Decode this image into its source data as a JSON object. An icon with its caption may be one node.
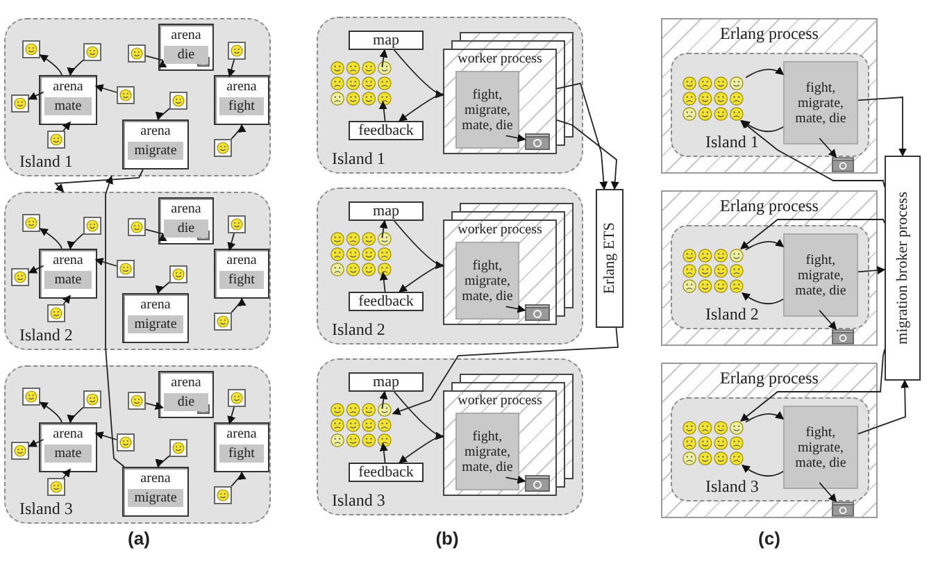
{
  "diagram": {
    "nodes": [
      {
        "text": [
          "Island 1"
        ]
      },
      {
        "text": [
          "arena",
          "mate"
        ],
        "in": 0
      },
      {
        "text": [
          "arena",
          "die"
        ],
        "in": 0
      },
      {
        "text": [
          "arena",
          "fight"
        ],
        "in": 0
      },
      {
        "text": [
          "arena",
          "migrate"
        ],
        "in": 0
      },
      {
        "text": [],
        "shape": "smiley",
        "in": 0
      },
      {
        "text": [],
        "shape": "smiley",
        "in": 0
      },
      {
        "text": [],
        "shape": "smiley",
        "in": 0
      },
      {
        "text": [],
        "shape": "smiley",
        "in": 0
      },
      {
        "text": [],
        "shape": "smiley",
        "in": 0
      },
      {
        "text": [],
        "shape": "smiley",
        "in": 0
      },
      {
        "text": [],
        "shape": "smiley",
        "in": 0
      },
      {
        "text": [],
        "shape": "smiley",
        "in": 0
      },
      {
        "text": [],
        "shape": "smiley",
        "in": 0
      },
      {
        "text": [
          "Island 2"
        ]
      },
      {
        "text": [
          "arena",
          "mate"
        ],
        "in": 14
      },
      {
        "text": [
          "arena",
          "die"
        ],
        "in": 14
      },
      {
        "text": [
          "arena",
          "fight"
        ],
        "in": 14
      },
      {
        "text": [
          "arena",
          "migrate"
        ],
        "in": 14
      },
      {
        "text": [],
        "shape": "smiley",
        "in": 14
      },
      {
        "text": [],
        "shape": "smiley",
        "in": 14
      },
      {
        "text": [],
        "shape": "smiley",
        "in": 14
      },
      {
        "text": [],
        "shape": "smiley",
        "in": 14
      },
      {
        "text": [],
        "shape": "smiley",
        "in": 14
      },
      {
        "text": [],
        "shape": "smiley",
        "in": 14
      },
      {
        "text": [],
        "shape": "smiley",
        "in": 14
      },
      {
        "text": [],
        "shape": "smiley",
        "in": 14
      },
      {
        "text": [],
        "shape": "smiley",
        "in": 14
      },
      {
        "text": [
          "Island 3"
        ]
      },
      {
        "text": [
          "arena",
          "mate"
        ],
        "in": 28
      },
      {
        "text": [
          "arena",
          "die"
        ],
        "in": 28
      },
      {
        "text": [
          "arena",
          "fight"
        ],
        "in": 28
      },
      {
        "text": [
          "arena",
          "migrate"
        ],
        "in": 28
      },
      {
        "text": [],
        "shape": "smiley",
        "in": 28
      },
      {
        "text": [],
        "shape": "smiley",
        "in": 28
      },
      {
        "text": [],
        "shape": "smiley",
        "in": 28
      },
      {
        "text": [],
        "shape": "smiley",
        "in": 28
      },
      {
        "text": [],
        "shape": "smiley",
        "in": 28
      },
      {
        "text": [],
        "shape": "smiley",
        "in": 28
      },
      {
        "text": [],
        "shape": "smiley",
        "in": 28
      },
      {
        "text": [],
        "shape": "smiley",
        "in": 28
      },
      {
        "text": [],
        "shape": "smiley",
        "in": 28
      },
      {
        "text": [
          "Island 1"
        ]
      },
      {
        "text": [
          "map"
        ],
        "in": 42
      },
      {
        "text": [],
        "shape": "picture",
        "in": 42
      },
      {
        "text": [
          "feedback"
        ],
        "in": 42
      },
      {
        "text": [
          "worker process"
        ],
        "in": 42
      },
      {
        "text": [
          "fight, migrate, mate, die"
        ],
        "in": 46
      },
      {
        "text": [],
        "shape": "bin",
        "in": 46
      },
      {
        "text": [
          "Island 2"
        ]
      },
      {
        "text": [
          "map"
        ],
        "in": 49
      },
      {
        "text": [],
        "shape": "picture",
        "in": 49
      },
      {
        "text": [
          "feedback"
        ],
        "in": 49
      },
      {
        "text": [
          "worker process"
        ],
        "in": 49
      },
      {
        "text": [
          "fight, migrate, mate, die"
        ],
        "in": 53
      },
      {
        "text": [],
        "shape": "bin",
        "in": 53
      },
      {
        "text": [
          "Island 3"
        ]
      },
      {
        "text": [
          "map"
        ],
        "in": 56
      },
      {
        "text": [],
        "shape": "picture",
        "in": 56
      },
      {
        "text": [
          "feedback"
        ],
        "in": 56
      },
      {
        "text": [
          "worker process"
        ],
        "in": 56
      },
      {
        "text": [
          "fight, migrate, mate, die"
        ],
        "in": 60
      },
      {
        "text": [],
        "shape": "bin",
        "in": 60
      },
      {
        "text": [
          "Erlang ETS"
        ]
      },
      {
        "text": [
          "Erlang process"
        ]
      },
      {
        "text": [
          "Island 1"
        ],
        "in": 64
      },
      {
        "text": [],
        "shape": "picture",
        "in": 65
      },
      {
        "text": [
          "fight, migrate, mate, die"
        ],
        "in": 65
      },
      {
        "text": [],
        "shape": "bin",
        "in": 64
      },
      {
        "text": [
          "Erlang process"
        ]
      },
      {
        "text": [
          "Island 2"
        ],
        "in": 69
      },
      {
        "text": [],
        "shape": "picture",
        "in": 70
      },
      {
        "text": [
          "fight, migrate, mate, die"
        ],
        "in": 70
      },
      {
        "text": [],
        "shape": "bin",
        "in": 69
      },
      {
        "text": [
          "Erlang process"
        ]
      },
      {
        "text": [
          "Island 3"
        ],
        "in": 74
      },
      {
        "text": [],
        "shape": "picture",
        "in": 75
      },
      {
        "text": [
          "fight, migrate, mate, die"
        ],
        "in": 75
      },
      {
        "text": [],
        "shape": "bin",
        "in": 74
      },
      {
        "text": [
          "migration broker process"
        ]
      }
    ],
    "edges": [
      {
        "from": 1,
        "to": 5,
        "arrow": "to"
      },
      {
        "from": 1,
        "to": 13,
        "arrow": "to"
      },
      {
        "from": 6,
        "to": 1,
        "arrow": "to"
      },
      {
        "from": 8,
        "to": 1,
        "arrow": "to"
      },
      {
        "from": 11,
        "to": 1,
        "arrow": "to"
      },
      {
        "from": 7,
        "to": 2,
        "arrow": "to"
      },
      {
        "from": 9,
        "to": 4,
        "arrow": "to"
      },
      {
        "from": 10,
        "to": 3,
        "arrow": "to"
      },
      {
        "from": 12,
        "to": 3,
        "arrow": "to"
      },
      {
        "from": 15,
        "to": 19,
        "arrow": "to"
      },
      {
        "from": 15,
        "to": 27,
        "arrow": "to"
      },
      {
        "from": 20,
        "to": 15,
        "arrow": "to"
      },
      {
        "from": 22,
        "to": 15,
        "arrow": "to"
      },
      {
        "from": 25,
        "to": 15,
        "arrow": "to"
      },
      {
        "from": 21,
        "to": 16,
        "arrow": "to"
      },
      {
        "from": 23,
        "to": 18,
        "arrow": "to"
      },
      {
        "from": 24,
        "to": 17,
        "arrow": "to"
      },
      {
        "from": 26,
        "to": 17,
        "arrow": "to"
      },
      {
        "from": 29,
        "to": 33,
        "arrow": "to"
      },
      {
        "from": 29,
        "to": 41,
        "arrow": "to"
      },
      {
        "from": 34,
        "to": 29,
        "arrow": "to"
      },
      {
        "from": 36,
        "to": 29,
        "arrow": "to"
      },
      {
        "from": 39,
        "to": 29,
        "arrow": "to"
      },
      {
        "from": 35,
        "to": 30,
        "arrow": "to"
      },
      {
        "from": 37,
        "to": 32,
        "arrow": "to"
      },
      {
        "from": 38,
        "to": 31,
        "arrow": "to"
      },
      {
        "from": 40,
        "to": 31,
        "arrow": "to"
      },
      {
        "from": 4,
        "to": 14,
        "arrow": "to"
      },
      {
        "from": 32,
        "to": 0,
        "arrow": "to"
      },
      {
        "from": 44,
        "to": 43,
        "arrow": "to"
      },
      {
        "from": 45,
        "to": 44,
        "arrow": "to"
      },
      {
        "from": 43,
        "to": 46,
        "arrow": "to"
      },
      {
        "from": 46,
        "to": 45,
        "arrow": "to"
      },
      {
        "from": 47,
        "to": 48,
        "arrow": "to"
      },
      {
        "from": 51,
        "to": 50,
        "arrow": "to"
      },
      {
        "from": 52,
        "to": 51,
        "arrow": "to"
      },
      {
        "from": 50,
        "to": 53,
        "arrow": "to"
      },
      {
        "from": 53,
        "to": 52,
        "arrow": "to"
      },
      {
        "from": 54,
        "to": 55,
        "arrow": "to"
      },
      {
        "from": 58,
        "to": 57,
        "arrow": "to"
      },
      {
        "from": 59,
        "to": 58,
        "arrow": "to"
      },
      {
        "from": 57,
        "to": 60,
        "arrow": "to"
      },
      {
        "from": 60,
        "to": 59,
        "arrow": "to"
      },
      {
        "from": 61,
        "to": 62,
        "arrow": "to"
      },
      {
        "from": 46,
        "to": 63,
        "arrow": "to"
      },
      {
        "from": 46,
        "to": 63,
        "arrow": "to"
      },
      {
        "from": 63,
        "to": 58,
        "arrow": "to"
      },
      {
        "from": 66,
        "to": 67,
        "arrow": "to"
      },
      {
        "from": 67,
        "to": 66,
        "arrow": "to"
      },
      {
        "from": 67,
        "to": 68,
        "arrow": "to"
      },
      {
        "from": 67,
        "to": 79,
        "arrow": "to"
      },
      {
        "from": 79,
        "to": 66,
        "arrow": "to"
      },
      {
        "from": 71,
        "to": 72,
        "arrow": "to"
      },
      {
        "from": 72,
        "to": 71,
        "arrow": "to"
      },
      {
        "from": 72,
        "to": 73,
        "arrow": "to"
      },
      {
        "from": 72,
        "to": 79,
        "arrow": "to"
      },
      {
        "from": 79,
        "to": 71,
        "arrow": "to"
      },
      {
        "from": 76,
        "to": 77,
        "arrow": "to"
      },
      {
        "from": 77,
        "to": 76,
        "arrow": "to"
      },
      {
        "from": 77,
        "to": 78,
        "arrow": "to"
      },
      {
        "from": 77,
        "to": 79,
        "arrow": "to"
      },
      {
        "from": 79,
        "to": 76,
        "arrow": "to"
      }
    ],
    "labels": [
      "(a)",
      "(b)",
      "(c)"
    ]
  }
}
